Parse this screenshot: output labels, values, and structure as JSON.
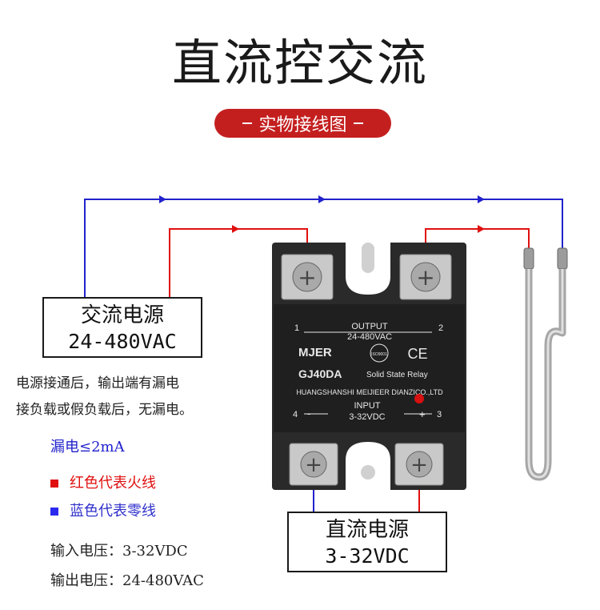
{
  "title": "直流控交流",
  "subtitle": "实物接线图",
  "ac_source": {
    "line1": "交流电源",
    "line2": "24-480VAC"
  },
  "dc_source": {
    "line1": "直流电源",
    "line2": "3-32VDC"
  },
  "note": {
    "line1": "电源接通后，输出端有漏电",
    "line2": "接负载或假负载后，无漏电。"
  },
  "leakage": "漏电≤2mA",
  "legend": {
    "red": "红色代表火线",
    "blue": "蓝色代表零线"
  },
  "input_voltage": "输入电压：3-32VDC",
  "output_voltage": "输出电压：24-480VAC",
  "relay": {
    "output_label": "OUTPUT",
    "output_range": "24-480VAC",
    "terminal_1": "1",
    "terminal_2": "2",
    "terminal_3": "3",
    "terminal_4": "4",
    "brand": "MJER",
    "iso": "ISO9001",
    "ce": "CE",
    "model": "GJ40DA",
    "type": "Solid State Relay",
    "maker": "HUANGSHANSHI MEIJIEER DIANZICO.,LTD",
    "input_label": "INPUT",
    "input_range": "3-32VDC",
    "minus": "-",
    "plus": "+"
  },
  "colors": {
    "live": "#e01010",
    "neutral": "#2222cc",
    "accent": "#c41f1f"
  }
}
